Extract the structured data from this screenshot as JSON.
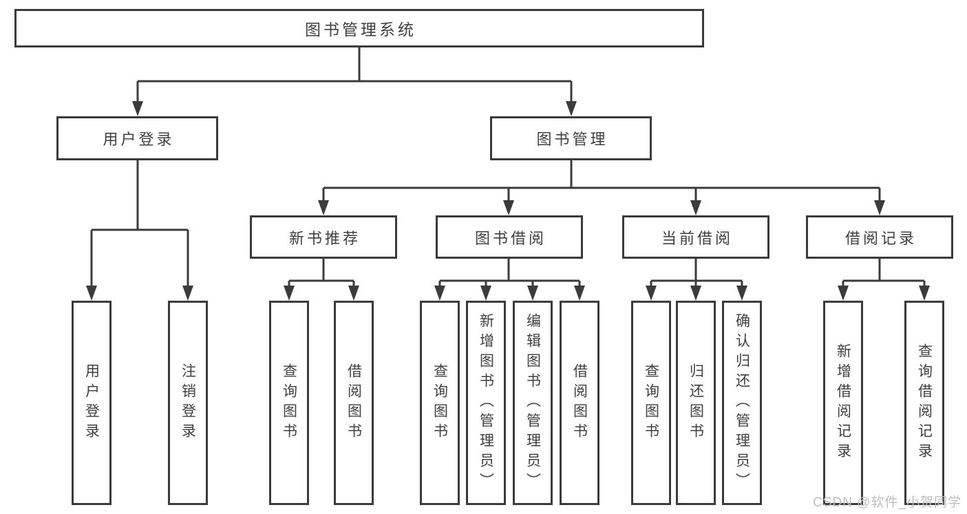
{
  "nodes": {
    "root": "图书管理系统",
    "user_login": "用户登录",
    "book_mgmt": "图书管理",
    "new_books": "新书推荐",
    "book_borrow": "图书借阅",
    "current_borrow": "当前借阅",
    "borrow_records": "借阅记录",
    "leaf_user_login": "用户登录",
    "leaf_logout": "注销登录",
    "leaf_nb_query": "查询图书",
    "leaf_nb_borrow": "借阅图书",
    "leaf_bb_query": "查询图书",
    "leaf_bb_add": "新增图书（管理员）",
    "leaf_bb_edit": "编辑图书（管理员）",
    "leaf_bb_lend": "借阅图书",
    "leaf_cb_query": "查询图书",
    "leaf_cb_return": "归还图书",
    "leaf_cb_confirm": "确认归还（管理员）",
    "leaf_br_add": "新增借阅记录",
    "leaf_br_query": "查询借阅记录"
  },
  "watermark": "CSDN @软件_小贺同学",
  "colors": {
    "line": "#3b3b3b",
    "text": "#3f3f3f",
    "box_background": "#ffffff",
    "page_background": "#ffffff",
    "watermark": "#bdbdbd"
  }
}
